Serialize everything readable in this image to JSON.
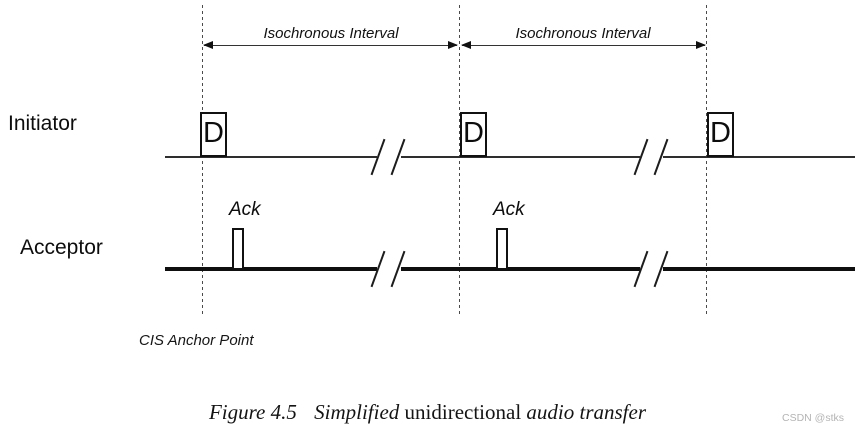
{
  "diagram": {
    "row_labels": [
      "Initiator",
      "Acceptor"
    ],
    "interval_labels": [
      "Isochronous Interval",
      "Isochronous Interval"
    ],
    "d_markers": [
      "D",
      "D",
      "D"
    ],
    "ack_markers": [
      "Ack",
      "Ack"
    ],
    "anchor_label": "CIS Anchor Point"
  },
  "caption": {
    "figure_ref": "Figure 4.5",
    "italic_1": "Simplified",
    "roman": "unidirectional",
    "italic_2": "audio transfer"
  },
  "watermark": "CSDN @stks",
  "colors": {
    "ink": "#1a1a1a",
    "thin_line": "#333333",
    "thick_line": "#0f0f0f",
    "watermark": "#b4b4b4",
    "background": "#ffffff"
  }
}
